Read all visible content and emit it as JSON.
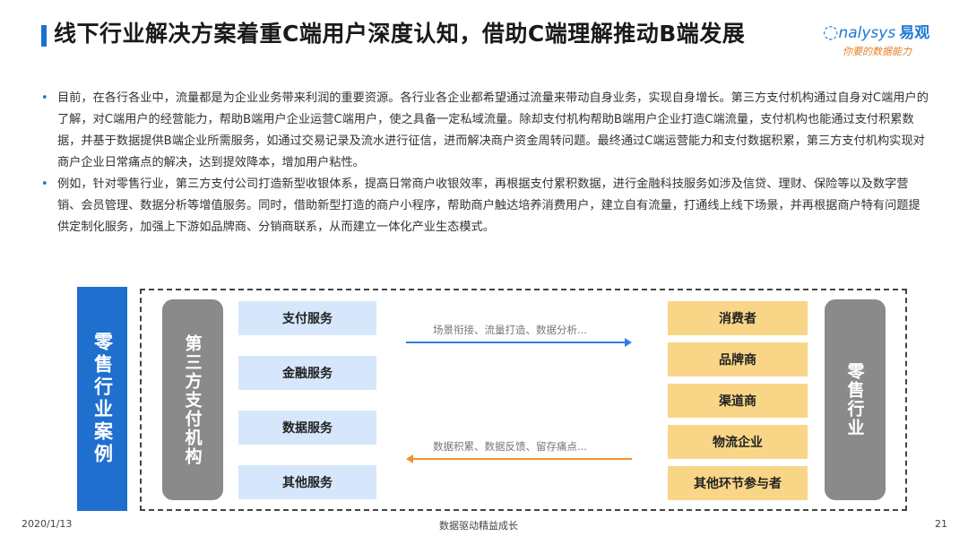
{
  "header": {
    "title": "线下行业解决方案着重C端用户深度认知，借助C端理解推动B端发展",
    "logo_text": "nalysys",
    "logo_cn": "易观",
    "logo_tagline": "你要的数据能力"
  },
  "bullets": [
    "目前，在各行各业中，流量都是为企业业务带来利润的重要资源。各行业各企业都希望通过流量来带动自身业务，实现自身增长。第三方支付机构通过自身对C端用户的了解，对C端用户的经营能力，帮助B端用户企业运营C端用户，使之具备一定私域流量。除却支付机构帮助B端用户企业打造C端流量，支付机构也能通过支付积累数据，并基于数据提供B端企业所需服务，如通过交易记录及流水进行征信，进而解决商户资金周转问题。最终通过C端运营能力和支付数据积累，第三方支付机构实现对商户企业日常痛点的解决，达到提效降本，增加用户粘性。",
    "例如，针对零售行业，第三方支付公司打造新型收银体系，提高日常商户收银效率，再根据支付累积数据，进行金融科技服务如涉及信贷、理财、保险等以及数字营销、会员管理、数据分析等增值服务。同时，借助新型打造的商户小程序，帮助商户触达培养消费用户，建立自有流量，打通线上线下场景，并再根据商户特有问题提供定制化服务，加强上下游如品牌商、分销商联系，从而建立一体化产业生态模式。"
  ],
  "diagram": {
    "case_label": "零售行业案例",
    "left_pill": "第三方支付机构",
    "right_pill": "零售行业",
    "services": [
      "支付服务",
      "金融服务",
      "数据服务",
      "其他服务"
    ],
    "parties": [
      "消费者",
      "品牌商",
      "渠道商",
      "物流企业",
      "其他环节参与者"
    ],
    "arrow_right_label": "场景衔接、流量打造、数据分析...",
    "arrow_left_label": "数据积累、数据反馈、留存痛点...",
    "colors": {
      "blue": "#1f6fcf",
      "arrow_right": "#2f7fe0",
      "arrow_left": "#f0932b",
      "service_fill": "#d6e7fb",
      "party_fill": "#f9d687",
      "pill": "#8a8a8a"
    }
  },
  "footer": {
    "date": "2020/1/13",
    "slogan": "数据驱动精益成长",
    "page": "21"
  }
}
